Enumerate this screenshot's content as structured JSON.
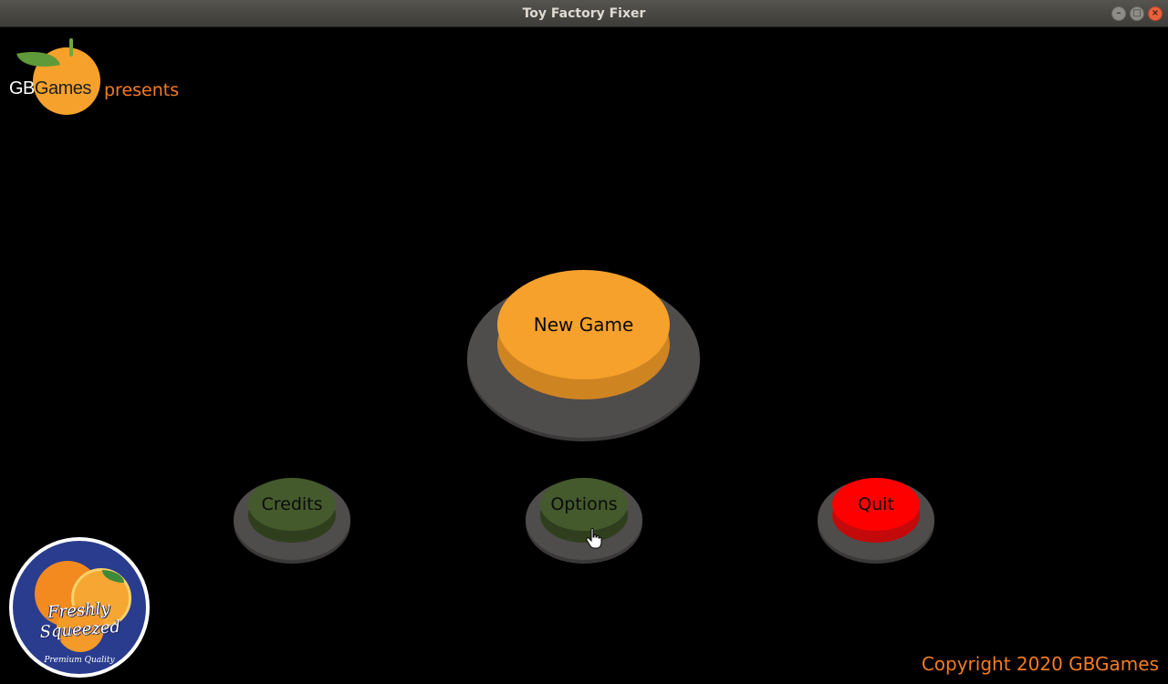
{
  "window": {
    "title": "Toy Factory Fixer",
    "controls": {
      "minimize": "–",
      "maximize": "□",
      "close": "×"
    }
  },
  "logo": {
    "brand_gb": "GB",
    "brand_games": "Games",
    "presents": "presents",
    "icon": "orange-icon"
  },
  "menu": {
    "new_game": "New Game",
    "credits": "Credits",
    "options": "Options",
    "quit": "Quit"
  },
  "badge": {
    "title": "Freshly Squeezed",
    "subtitle": "Premium Quality"
  },
  "footer": {
    "copyright": "Copyright 2020 GBGames"
  },
  "colors": {
    "accent": "#f47c20",
    "new_game": "#f5a12c",
    "secondary_button": "#445a2c",
    "quit_button": "#ff0000",
    "pedestal": "#4f4c4c"
  }
}
